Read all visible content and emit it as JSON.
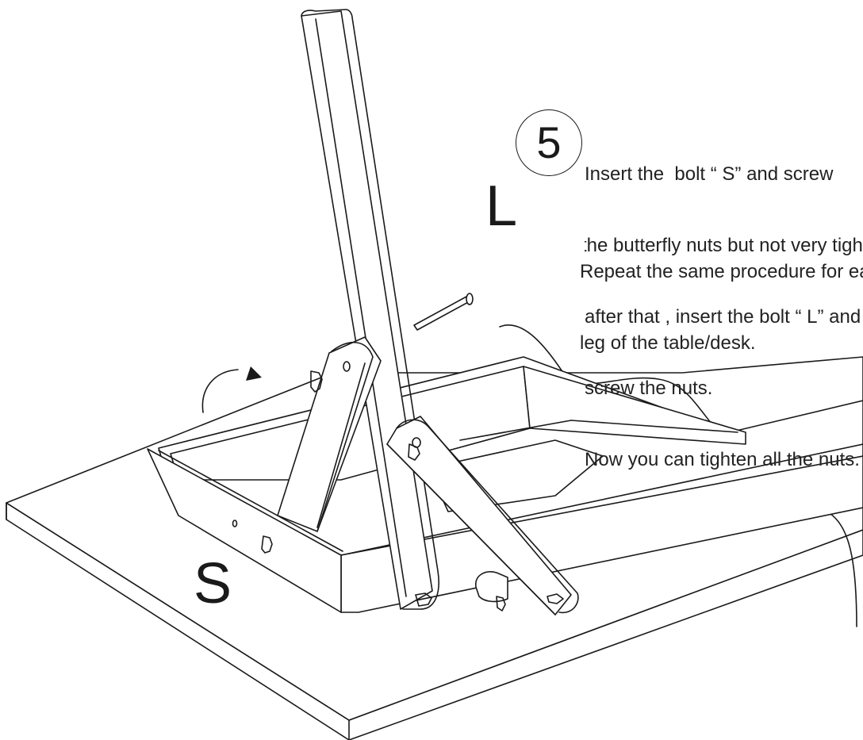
{
  "step": {
    "number": "5",
    "instructions": [
      "Insert the  bolt “ S” and screw",
      "the butterfly nuts but not very tight,",
      "after that , insert the bolt “ L” and",
      "screw the nuts.",
      "Now you can tighten all the nuts."
    ],
    "repeat_note": [
      "Repeat the same procedure for each",
      "leg of the table/desk."
    ]
  },
  "labels": {
    "bolt_long": "L",
    "bolt_short": "S"
  }
}
